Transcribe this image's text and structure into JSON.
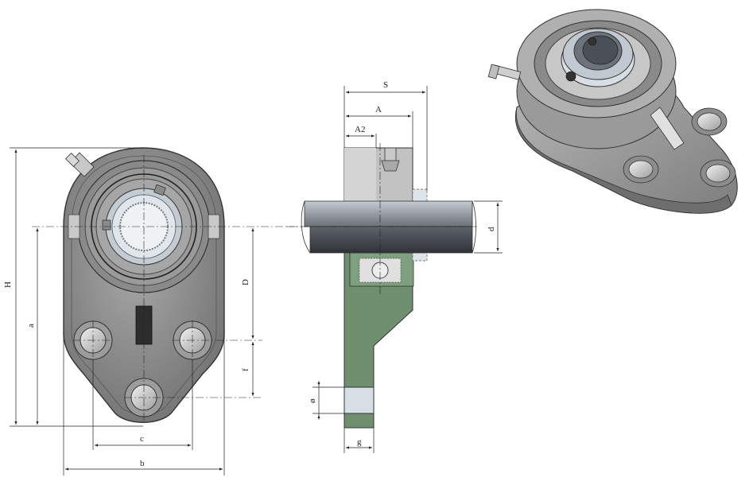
{
  "labels": {
    "H": "H",
    "a": "a",
    "D": "D",
    "f": "f",
    "c": "c",
    "b": "b",
    "S": "S",
    "A": "A",
    "A2": "A2",
    "d": "d",
    "phi": "ø",
    "g": "g"
  },
  "colors": {
    "body_gray": "#8e8e8e",
    "body_light": "#b8b8b8",
    "section_green": "#6f8f6f",
    "shaft": "#9aa0a6",
    "insert_silver": "#d6dde3",
    "line": "#222222"
  }
}
